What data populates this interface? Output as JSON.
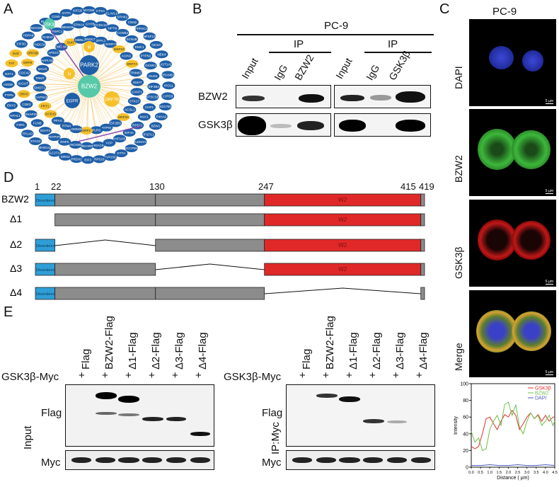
{
  "panel_labels": {
    "a": "A",
    "b": "B",
    "c": "C",
    "d": "D",
    "e": "E"
  },
  "network": {
    "hubs": [
      "PARK2",
      "BZW2",
      "EGFR",
      "ORF7B",
      "GSK3β",
      "M",
      "N"
    ],
    "nodes": [
      "LYPD3",
      "HSD17B10",
      "P4HA2",
      "BZW1",
      "IFI27L1",
      "PLEKHA4",
      "SCCPDH",
      "DTTA",
      "TVP23C",
      "RPS16",
      "EIF3",
      "PRDX2",
      "MRS2",
      "SLC27A2",
      "ABHD14A",
      "STAG2",
      "PTPLAD1",
      "FZR1",
      "NTHL1",
      "ENY2",
      "PTPN",
      "HSDB",
      "NXT1",
      "TAT",
      "SUZ",
      "EIF3D",
      "HSPA9",
      "LINC01554",
      "IRAS1",
      "CD80",
      "GYPA",
      "KIF1B",
      "MYO5B",
      "CTSA",
      "ELAVL1",
      "SPHK2",
      "CNN2",
      "PPP2CA",
      "TNFSF13B",
      "OCSA",
      "NEK4",
      "UGT1A1",
      "ZRANB1",
      "IPO11",
      "NTSCSE",
      "CHP1",
      "MLK1",
      "RPS11",
      "EIF4A",
      "HIF1AS",
      "VCP",
      "HDAC6",
      "MGARR",
      "UNC93B1",
      "RNF5",
      "PSTPIP1",
      "SOAT1",
      "FLNB",
      "SNAP23",
      "CDK3",
      "ORF6",
      "IGGUT",
      "CDC42",
      "ORF8",
      "ORF9B",
      "FNDC3A",
      "RAB10",
      "PSPC1",
      "TMEM39C",
      "EPHA4",
      "GYPB",
      "CCDC115",
      "NPTN",
      "CCNB2",
      "SCN2B",
      "EMC1",
      "PTPN2",
      "OXSR1",
      "DUS4",
      "EIF2B4",
      "CANT1",
      "STK17",
      "ACSL1",
      "ORF3A",
      "EIF2BS",
      "HYPM",
      "PLRS",
      "ORF2",
      "TOMM35",
      "RTN4",
      "PFAS",
      "GCD15",
      "PRT1",
      "CAPN11",
      "SMOT1",
      "TRMT",
      "MAVS",
      "HAPLN3",
      "APEX1",
      "TMEM43",
      "SUI3",
      "MBNL1",
      "SNDC35",
      "ZFPL1",
      "C3ORF78",
      "NSP16",
      "ACIN1",
      "ORF7A",
      "TRIM67",
      "GMAT",
      "PTPRE",
      "BMH1",
      "C11ORF58",
      "C3ORF10",
      "EIF2B2",
      "RARS1"
    ]
  },
  "panel_b": {
    "cell_line": "PC-9",
    "ip_label": "IP",
    "lanes_left": [
      "Input",
      "IgG",
      "BZW2"
    ],
    "lanes_right": [
      "Input",
      "IgG",
      "GSK3β"
    ],
    "rows": [
      "BZW2",
      "GSK3β"
    ]
  },
  "panel_c": {
    "cell_line": "PC-9",
    "rows": [
      "DAPI",
      "BZW2",
      "GSK3β",
      "Merge"
    ],
    "scale_bar": "5 μm",
    "chart_data": {
      "type": "line",
      "xlabel": "Distance ( μm)",
      "ylabel": "Intensity",
      "xlim": [
        0,
        4.5
      ],
      "ylim": [
        0,
        100
      ],
      "xticks": [
        "0.0",
        "0.5",
        "1.0",
        "1.5",
        "2.0",
        "2.5",
        "3.0",
        "3.5",
        "4.0",
        "4.5"
      ],
      "yticks": [
        "0",
        "20",
        "40",
        "60",
        "80",
        "100"
      ],
      "legend_position": "top-right",
      "series": [
        {
          "name": "GSK3β",
          "color": "#e0302a",
          "x": [
            0,
            0.2,
            0.4,
            0.6,
            0.8,
            1.0,
            1.2,
            1.4,
            1.6,
            1.8,
            2.0,
            2.2,
            2.4,
            2.6,
            2.8,
            3.0,
            3.2,
            3.4,
            3.6,
            3.8,
            4.0,
            4.2,
            4.4,
            4.5
          ],
          "y": [
            25,
            22,
            25,
            40,
            58,
            60,
            52,
            45,
            55,
            63,
            60,
            68,
            62,
            45,
            52,
            60,
            65,
            58,
            63,
            55,
            62,
            55,
            60,
            60
          ]
        },
        {
          "name": "BZW2",
          "color": "#6cc04a",
          "x": [
            0,
            0.2,
            0.4,
            0.6,
            0.8,
            1.0,
            1.2,
            1.4,
            1.6,
            1.8,
            2.0,
            2.2,
            2.4,
            2.6,
            2.8,
            3.0,
            3.2,
            3.4,
            3.6,
            3.8,
            4.0,
            4.2,
            4.4,
            4.5
          ],
          "y": [
            43,
            30,
            35,
            20,
            22,
            45,
            55,
            62,
            50,
            75,
            78,
            62,
            75,
            48,
            40,
            55,
            65,
            58,
            62,
            50,
            55,
            62,
            50,
            55
          ]
        },
        {
          "name": "DAPI",
          "color": "#4a58c8",
          "x": [
            0,
            0.5,
            1.0,
            1.5,
            2.0,
            2.5,
            3.0,
            3.5,
            4.0,
            4.5
          ],
          "y": [
            2,
            2,
            3,
            2,
            2,
            3,
            2,
            2,
            3,
            2
          ]
        }
      ]
    }
  },
  "panel_d": {
    "constructs": [
      {
        "name": "BZW2",
        "segments": [
          {
            "label": "Disordered"
          },
          {
            "label": ""
          },
          {
            "label": ""
          },
          {
            "label": "W2"
          },
          {
            "label": ""
          }
        ]
      },
      {
        "name": "Δ1",
        "segments": [
          {
            "label": ""
          },
          {
            "label": ""
          },
          {
            "label": "W2"
          },
          {
            "label": ""
          }
        ]
      },
      {
        "name": "Δ2",
        "segments": [
          {
            "label": "Disordered"
          },
          {
            "label": ""
          },
          {
            "label": "W2"
          },
          {
            "label": ""
          }
        ]
      },
      {
        "name": "Δ3",
        "segments": [
          {
            "label": "Disordered"
          },
          {
            "label": ""
          },
          {
            "label": "W2"
          },
          {
            "label": ""
          }
        ]
      },
      {
        "name": "Δ4",
        "segments": [
          {
            "label": "Disordered"
          },
          {
            "label": ""
          },
          {
            "label": ""
          },
          {
            "label": ""
          }
        ]
      }
    ],
    "positions": [
      "1",
      "22",
      "130",
      "247",
      "415",
      "419"
    ]
  },
  "panel_e": {
    "lanes": [
      "Flag",
      "BZW2-Flag",
      "Δ1-Flag",
      "Δ2-Flag",
      "Δ3-Flag",
      "Δ4-Flag"
    ],
    "myc_label": "GSK3β-Myc",
    "plus": [
      "+",
      "+",
      "+",
      "+",
      "+",
      "+"
    ],
    "left_side": "Input",
    "right_side": "IP:Myc",
    "flag_row": "Flag",
    "myc_row": "Myc"
  }
}
